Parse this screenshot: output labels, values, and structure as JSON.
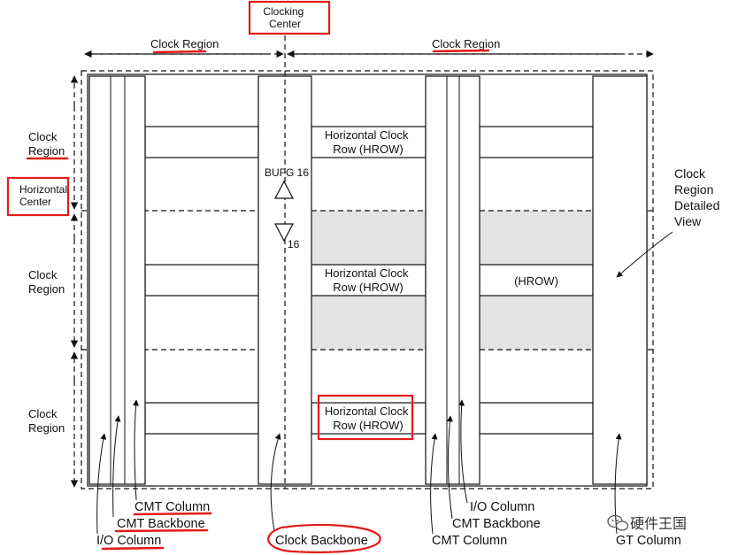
{
  "labels": {
    "clocking_center": [
      "Clocking",
      "Center"
    ],
    "clock_region_top_left": "Clock Region",
    "clock_region_top_right": "Clock Region",
    "clock_region_left_1": [
      "Clock",
      "Region"
    ],
    "horizontal_center": [
      "Horizontal",
      "Center"
    ],
    "clock_region_left_2": [
      "Clock",
      "Region"
    ],
    "clock_region_left_3": [
      "Clock",
      "Region"
    ],
    "bufg": "BUFG 16",
    "bufg_out": "16",
    "hrow_1": [
      "Horizontal Clock",
      "Row (HROW)"
    ],
    "hrow_2": [
      "Horizontal Clock",
      "Row (HROW)"
    ],
    "hrow_3": [
      "Horizontal Clock",
      "Row (HROW)"
    ],
    "hrow_short": "(HROW)",
    "detailed_view": [
      "Clock",
      "Region",
      "Detailed",
      "View"
    ],
    "cmt_column_left": "CMT Column",
    "cmt_backbone_left": "CMT Backbone",
    "io_column_left": "I/O Column",
    "clock_backbone": "Clock Backbone",
    "io_column_right": "I/O Column",
    "cmt_backbone_right": "CMT Backbone",
    "cmt_column_right": "CMT Column",
    "gt_column": "GT Column"
  },
  "watermark": "硬件王国",
  "watermark_icon": "wechat-icon",
  "colors": {
    "highlight": "#e41b1b",
    "shade": "#e3e3e3",
    "ink": "#111111"
  }
}
